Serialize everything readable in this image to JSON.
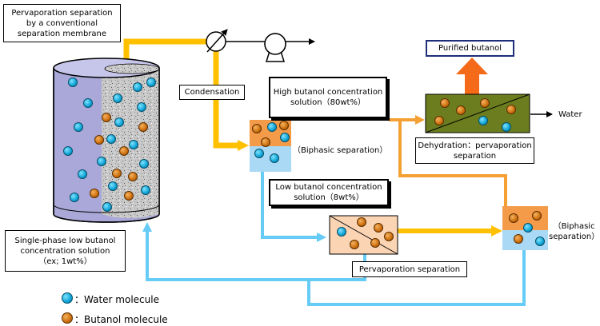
{
  "labels": {
    "membrane_title": "Pervaporation separation\nby a conventional\nseparation membrane",
    "condensation": "Condensation",
    "high_butanol": "High butanol concentration\nsolution（80wt%）",
    "biphasic_1": "（Biphasic separation）",
    "low_butanol": "Low butanol concentration\nsolution（8wt%）",
    "purified": "Purified butanol",
    "dehydration": "Dehydration：pervaporation\nseparation",
    "water_out": "Water",
    "biphasic_2": "（Biphasic\nseparation）",
    "pervaporation": "Pervaporation separation",
    "feed": "Single-phase low butanol\nconcentration solution\n（ex; 1wt%）"
  },
  "legend": {
    "water": "：Water molecule",
    "butanol": "：Butanol molecule"
  },
  "colors": {
    "yellow_stream": "#ffc000",
    "orange_stream": "#f4a033",
    "blue_stream": "#66ccf5",
    "cylinder": "#a9a8d8",
    "butanol_phase": "#f49b4a",
    "water_phase": "#a9d9f4",
    "dehydration_module": "#6b7d1e",
    "pervap_module": "#fbd4b4",
    "purified_arrow": "#f46a18"
  }
}
